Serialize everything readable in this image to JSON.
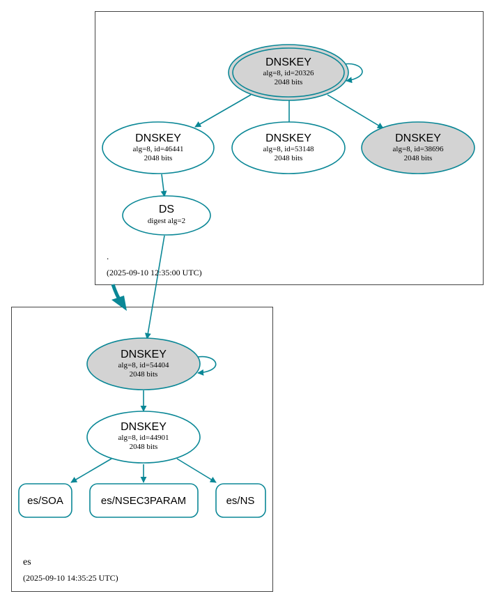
{
  "colors": {
    "edge": "#0a8796",
    "node_fill_gray": "#d3d3d3",
    "node_fill_white": "#ffffff",
    "zone_border": "#444444"
  },
  "root_zone": {
    "name": ".",
    "timestamp": "(2025-09-10 12:35:00 UTC)",
    "ksk": {
      "title": "DNSKEY",
      "line1": "alg=8, id=20326",
      "line2": "2048 bits"
    },
    "zsk_a": {
      "title": "DNSKEY",
      "line1": "alg=8, id=46441",
      "line2": "2048 bits"
    },
    "zsk_b": {
      "title": "DNSKEY",
      "line1": "alg=8, id=53148",
      "line2": "2048 bits"
    },
    "zsk_c": {
      "title": "DNSKEY",
      "line1": "alg=8, id=38696",
      "line2": "2048 bits"
    },
    "ds": {
      "title": "DS",
      "line1": "digest alg=2"
    }
  },
  "es_zone": {
    "name": "es",
    "timestamp": "(2025-09-10 14:35:25 UTC)",
    "ksk": {
      "title": "DNSKEY",
      "line1": "alg=8, id=54404",
      "line2": "2048 bits"
    },
    "zsk": {
      "title": "DNSKEY",
      "line1": "alg=8, id=44901",
      "line2": "2048 bits"
    },
    "rrsets": [
      "es/SOA",
      "es/NSEC3PARAM",
      "es/NS"
    ]
  }
}
